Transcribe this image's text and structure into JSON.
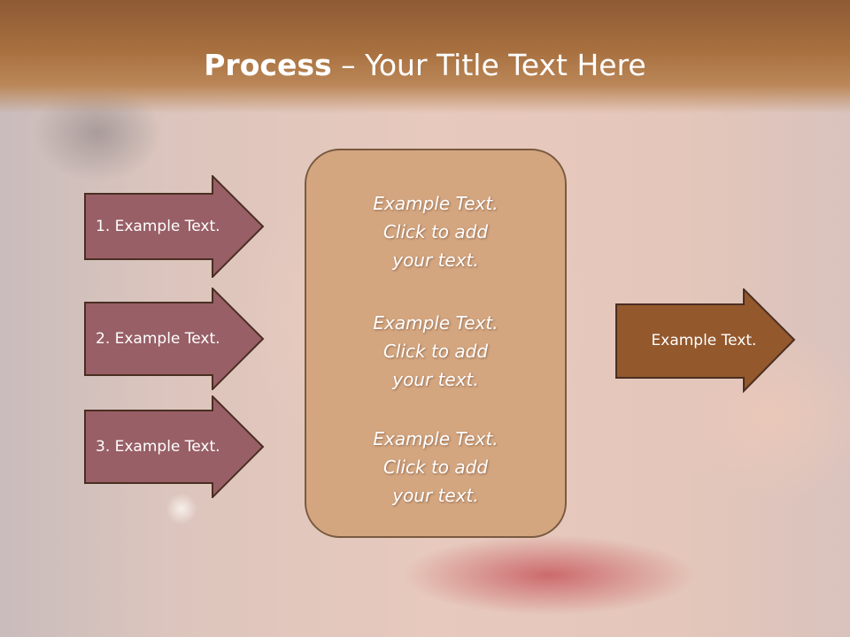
{
  "slide": {
    "title_bold": "Process",
    "title_rest": " – Your Title Text Here"
  },
  "left_arrows": [
    {
      "label": "1. Example Text."
    },
    {
      "label": "2. Example Text."
    },
    {
      "label": "3. Example Text."
    }
  ],
  "center_box": {
    "blocks": [
      {
        "line1": "Example Text.",
        "line2": "Click  to add",
        "line3": "your text."
      },
      {
        "line1": "Example Text.",
        "line2": "Click  to add",
        "line3": "your text."
      },
      {
        "line1": "Example Text.",
        "line2": "Click  to add",
        "line3": "your text."
      }
    ]
  },
  "right_arrow": {
    "label": "Example Text."
  },
  "colors": {
    "title_bar": "#a8703f",
    "left_arrow_fill": "#985f66",
    "center_box_fill": "#d3a680",
    "right_arrow_fill": "#93582c",
    "outline": "#4a2e22"
  }
}
